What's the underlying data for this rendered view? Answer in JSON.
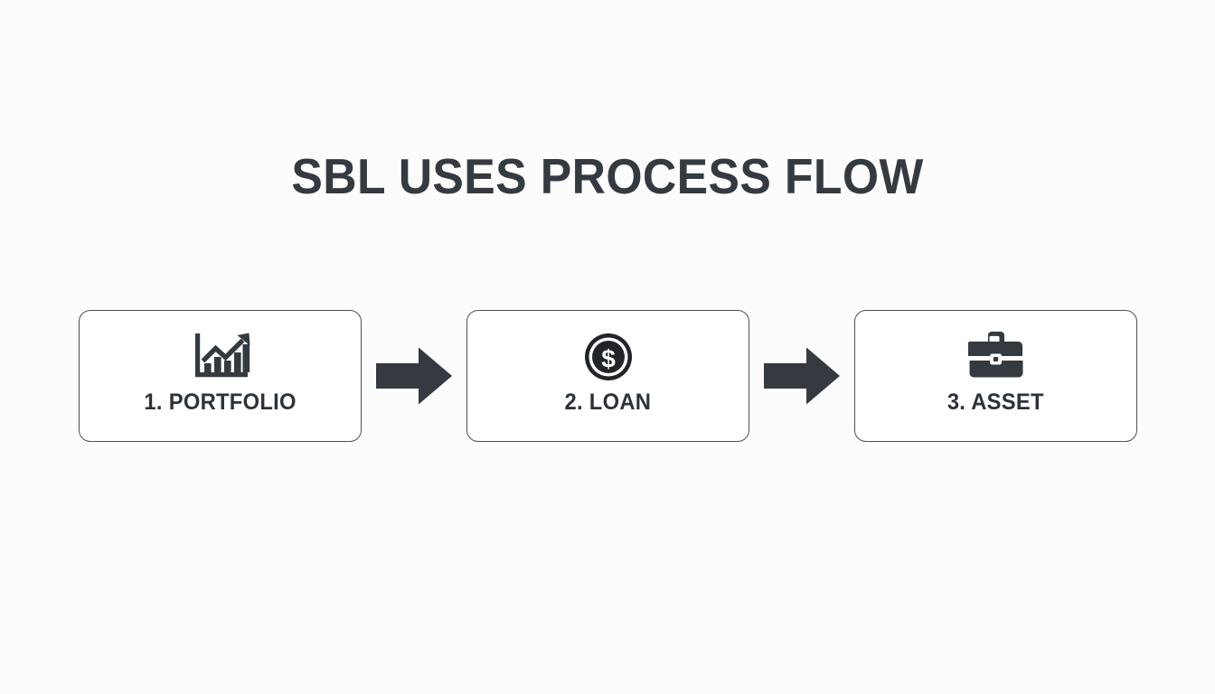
{
  "slide": {
    "title": "SBL USES PROCESS FLOW",
    "background_color": "#fcfcfd",
    "title_color": "#343a40",
    "accent_color": "#343a40",
    "card_border_color": "#495057",
    "card_fill_color": "#ffffff",
    "label_color": "#2c3239"
  },
  "steps": [
    {
      "number": "1.",
      "label": "1. PORTFOLIO",
      "icon": "bar-chart-growth-icon"
    },
    {
      "number": "2.",
      "label": "2. LOAN",
      "icon": "dollar-coin-icon"
    },
    {
      "number": "3.",
      "label": "3. ASSET",
      "icon": "briefcase-icon"
    }
  ],
  "connectors": [
    {
      "icon": "arrow-right-icon",
      "direction": "right"
    },
    {
      "icon": "arrow-right-icon",
      "direction": "right"
    }
  ]
}
